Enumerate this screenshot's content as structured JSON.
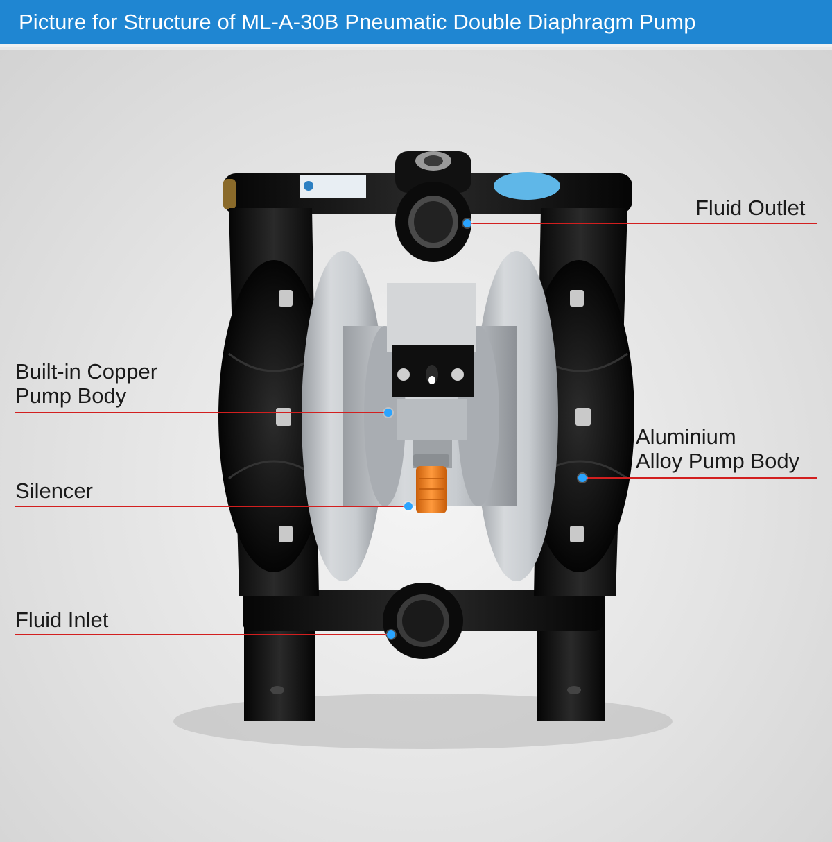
{
  "header": {
    "title": "Picture for Structure of ML-A-30B Pneumatic Double Diaphragm Pump"
  },
  "callouts": {
    "fluid_outlet": "Fluid Outlet",
    "copper_line1": "Built-in Copper",
    "copper_line2": "Pump Body",
    "aluminium_line1": "Aluminium",
    "aluminium_line2": "Alloy Pump Body",
    "silencer": "Silencer",
    "fluid_inlet": "Fluid Inlet"
  },
  "colors": {
    "header_bg": "#1f86d2",
    "callout_line": "#d21f1f",
    "callout_dot": "#2aa4ff",
    "pump_black": "#111111",
    "pump_silver": "#bfc3c7",
    "silencer_orange": "#f07d1c"
  }
}
